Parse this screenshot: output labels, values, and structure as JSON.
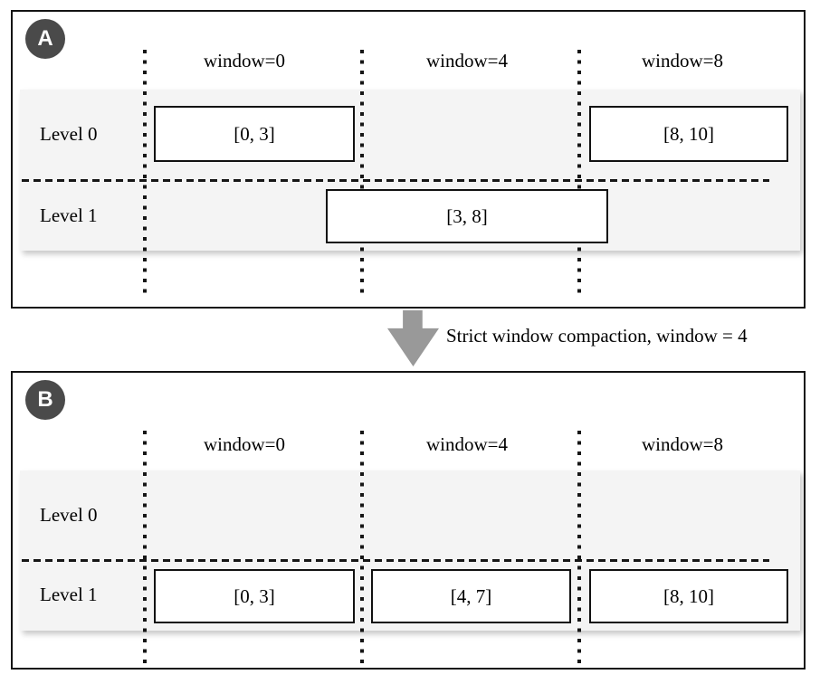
{
  "panels": {
    "a": {
      "badge": "A",
      "columns": [
        "window=0",
        "window=4",
        "window=8"
      ],
      "rows": [
        "Level 0",
        "Level 1"
      ],
      "boxes": {
        "level0": [
          {
            "label": "[0, 3]"
          },
          {
            "label": "[8, 10]"
          }
        ],
        "level1": [
          {
            "label": "[3, 8]"
          }
        ]
      }
    },
    "b": {
      "badge": "B",
      "columns": [
        "window=0",
        "window=4",
        "window=8"
      ],
      "rows": [
        "Level 0",
        "Level 1"
      ],
      "boxes": {
        "level0": [],
        "level1": [
          {
            "label": "[0, 3]"
          },
          {
            "label": "[4, 7]"
          },
          {
            "label": "[8, 10]"
          }
        ]
      }
    }
  },
  "connector": {
    "caption": "Strict window compaction, window = 4"
  },
  "colors": {
    "badge_bg": "#4a4a4a",
    "band_bg": "#f4f4f4",
    "arrow": "#999999",
    "line": "#161616",
    "text": "#000000"
  }
}
